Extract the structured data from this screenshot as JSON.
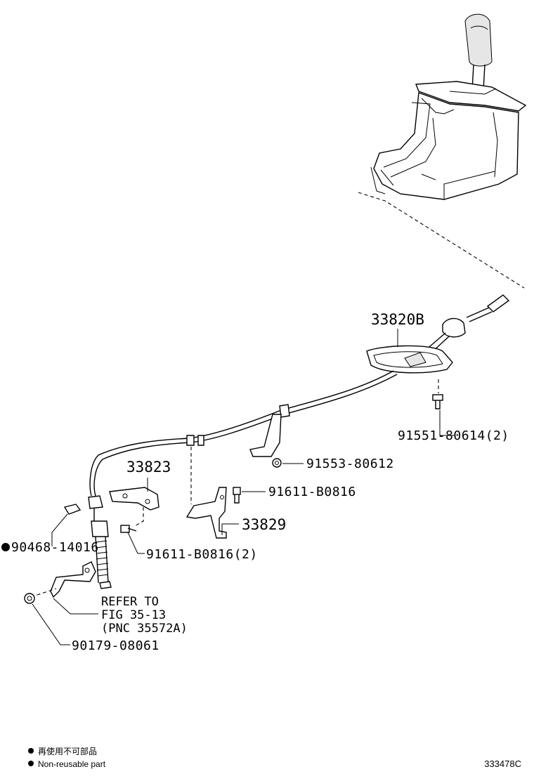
{
  "diagram_id": "333478C",
  "parts": {
    "p33820B": "33820B",
    "p91551": "91551-80614(2)",
    "p91553": "91553-80612",
    "p33823": "33823",
    "p91611a": "91611-B0816",
    "p33829": "33829",
    "p90468": "90468-14016",
    "p91611b": "91611-B0816(2)",
    "p90179": "90179-08061"
  },
  "refer_note": {
    "line1": "REFER TO",
    "line2": "FIG 35-13",
    "line3": "(PNC 35572A)"
  },
  "legend": {
    "line1": "再使用不可部品",
    "line2": "Non-reusable part"
  }
}
